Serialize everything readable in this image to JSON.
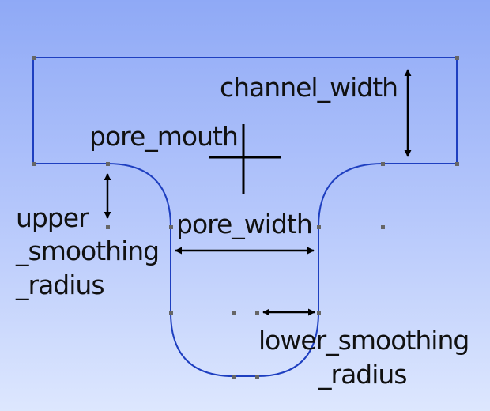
{
  "labels": {
    "channel_width": "channel_width",
    "pore_mouth": "pore_mouth",
    "upper_smoothing_radius": [
      "upper",
      "_smoothing",
      "_radius"
    ],
    "pore_width": "pore_width",
    "lower_smoothing_radius": [
      "lower_smoothing",
      "_radius"
    ]
  },
  "colors": {
    "outline": "#1e3fc0",
    "vertex": "#666666",
    "arrow": "#000000"
  }
}
